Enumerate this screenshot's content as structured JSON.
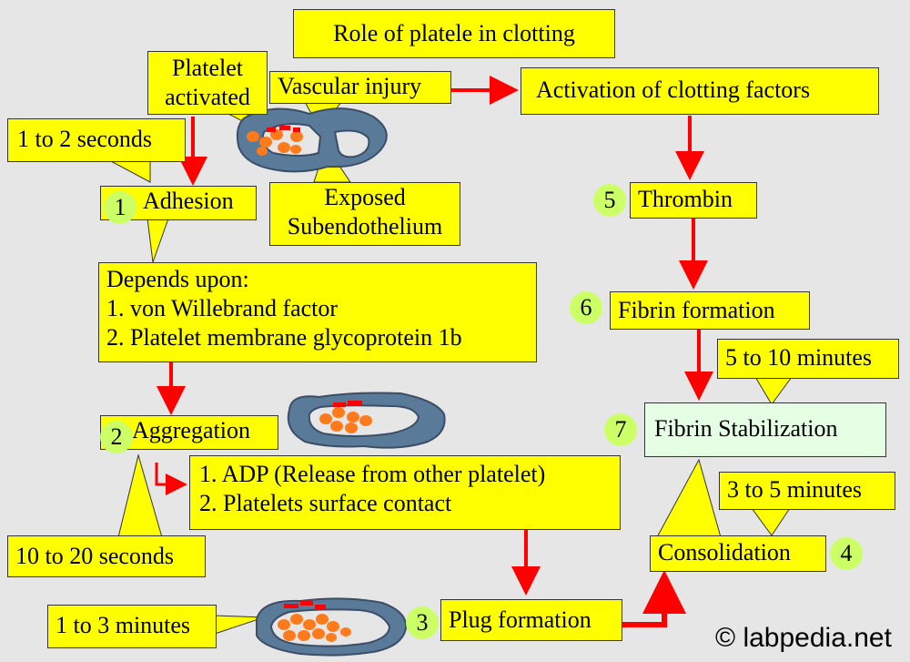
{
  "title": "Role of platele in clotting",
  "nodes": {
    "platelet_activated": [
      "Platelet",
      "activated"
    ],
    "vascular_injury": "Vascular injury",
    "activation": "Activation of clotting factors",
    "time_1_2": "1 to 2 seconds",
    "adhesion": "Adhesion",
    "exposed": [
      "Exposed",
      "Subendothelium"
    ],
    "thrombin": "Thrombin",
    "depends": [
      "Depends upon:",
      "1. von Willebrand factor",
      "2. Platelet membrane glycoprotein 1b"
    ],
    "fibrin_formation": "Fibrin formation",
    "time_5_10": "5 to 10 minutes",
    "aggregation": "Aggregation",
    "fibrin_stabilization": "Fibrin Stabilization",
    "adp": [
      "1. ADP (Release from other platelet)",
      "2. Platelets surface contact"
    ],
    "time_3_5": "3 to 5 minutes",
    "time_10_20": "10 to 20 seconds",
    "consolidation": "Consolidation",
    "time_1_3": "1 to 3 minutes",
    "plug_formation": "Plug formation"
  },
  "step_numbers": {
    "adhesion": "1",
    "aggregation": "2",
    "plug": "3",
    "consolidation": "4",
    "thrombin": "5",
    "fibrin_formation": "6",
    "fibrin_stabilization": "7"
  },
  "copyright": "© labpedia.net",
  "colors": {
    "background": "#e6e6e6",
    "box": "#ffff00",
    "green_box": "#e4ffe4",
    "number_circle": "#ccff66",
    "arrow": "#ff0000",
    "vessel": "#5a7a9a",
    "platelet": "#ff7a1a",
    "damage": "#ff0000"
  }
}
